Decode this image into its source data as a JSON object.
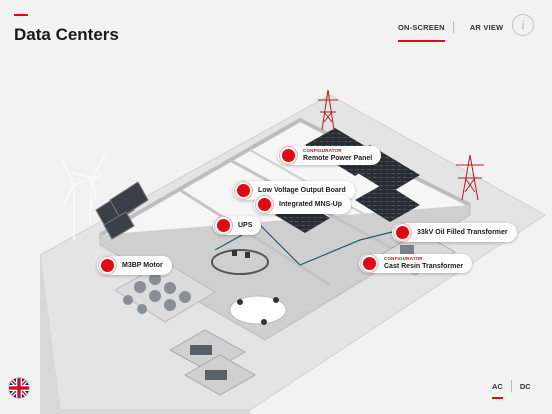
{
  "header": {
    "title": "Data Centers",
    "accent_color": "#e30613"
  },
  "view_toggle": {
    "on_screen_label": "ON-SCREEN",
    "ar_view_label": "AR VIEW",
    "active": "ON-SCREEN"
  },
  "info_button": {
    "label": "i",
    "icon": "info-icon"
  },
  "callouts": [
    {
      "tag": "CONFIGURATOR",
      "label": "Remote Power Panel"
    },
    {
      "tag": "",
      "label": "Low Voltage Output Board"
    },
    {
      "tag": "",
      "label": "Integrated MNS-Up"
    },
    {
      "tag": "",
      "label": "UPS"
    },
    {
      "tag": "",
      "label": "M3BP Motor"
    },
    {
      "tag": "",
      "label": "33kV Oil Filled Transformer"
    },
    {
      "tag": "CONFIGURATOR",
      "label": "Cast Resin Transformer"
    }
  ],
  "language": {
    "icon": "uk-flag-icon"
  },
  "current_mode": {
    "ac_label": "AC",
    "dc_label": "DC",
    "active": "AC"
  }
}
